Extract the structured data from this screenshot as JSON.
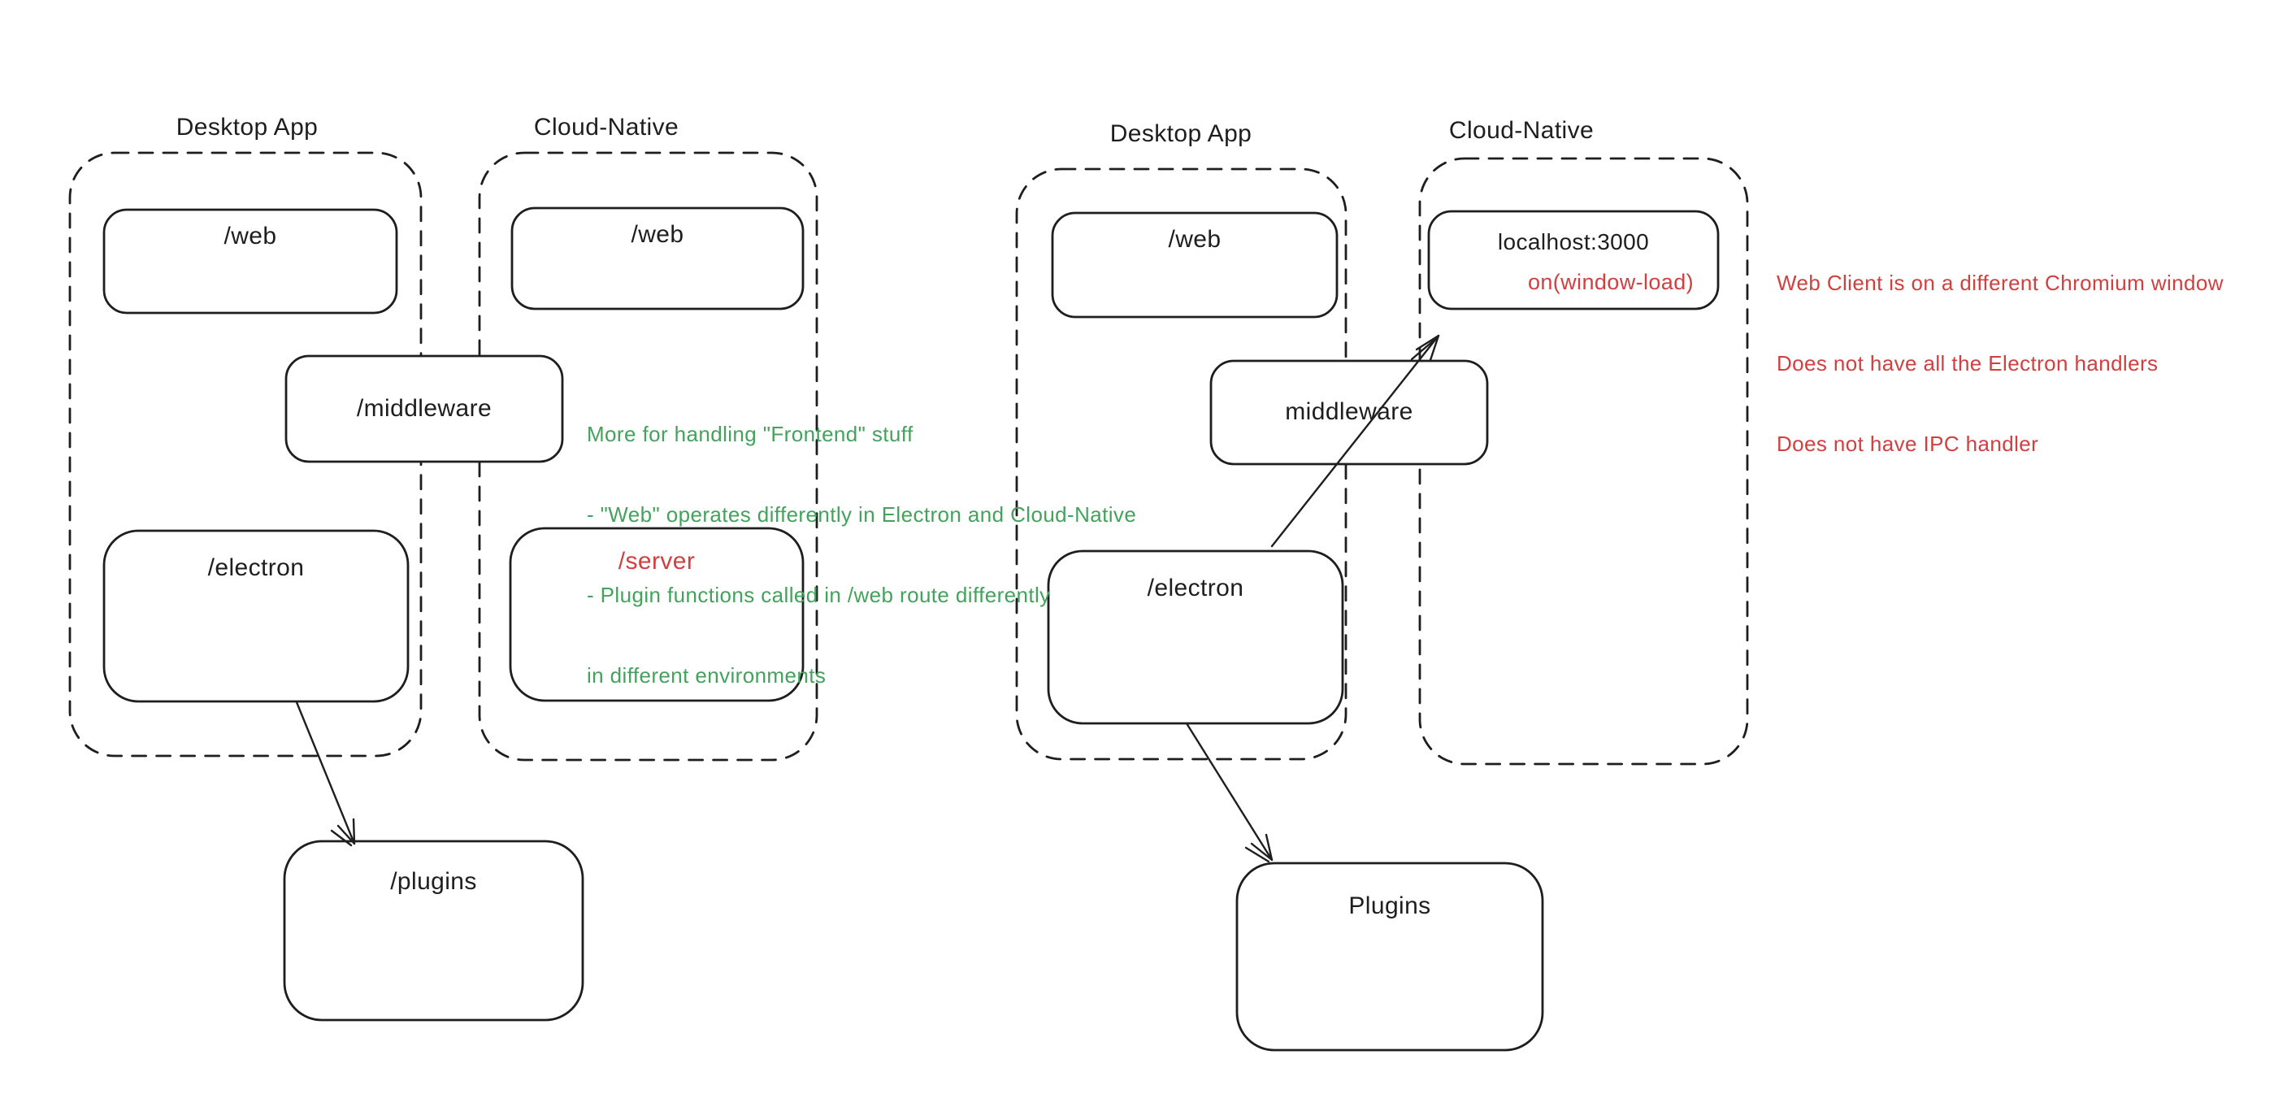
{
  "canvas": {
    "background": "#ffffff",
    "ink": "#1e1e1e",
    "red": "#d23f3f",
    "green": "#44a25c"
  },
  "left_diagram": {
    "desktop_label": "Desktop App",
    "cloud_label": "Cloud-Native",
    "desktop_web": "/web",
    "cloud_web": "/web",
    "middleware": "/middleware",
    "electron": "/electron",
    "server": "/server",
    "plugins": "/plugins",
    "note": [
      "More for handling \"Frontend\" stuff",
      "- \"Web\" operates differently in Electron and Cloud-Native",
      "- Plugin functions called in /web route differently",
      "in different environments"
    ]
  },
  "right_diagram": {
    "desktop_label": "Desktop App",
    "cloud_label": "Cloud-Native",
    "desktop_web": "/web",
    "localhost_title": "localhost:3000",
    "localhost_event": "on(window-load)",
    "middleware": "middleware",
    "electron": "/electron",
    "plugins": "Plugins",
    "note": [
      "Web Client is on a different Chromium window",
      "Does not have all the Electron handlers",
      "Does not have IPC handler"
    ]
  }
}
